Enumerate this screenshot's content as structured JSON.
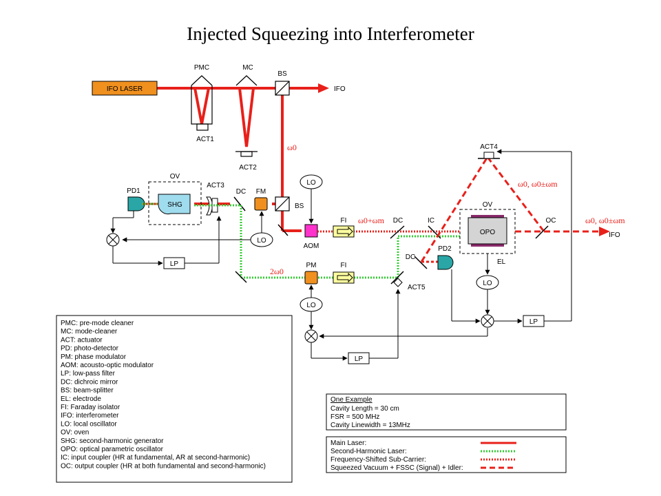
{
  "title": "Injected Squeezing into Interferometer",
  "colors": {
    "beam": "#e8201a",
    "green": "#33cc33",
    "pm": "#f0901e",
    "aom": "#ff33cc",
    "teal": "#2aa6a6",
    "shg": "#9fdcee",
    "opo": "#d4d4d4",
    "ov_elec": "#8a2a6a"
  },
  "labels": {
    "ifo_laser": "IFO LASER",
    "pmc": "PMC",
    "mc": "MC",
    "bs_top": "BS",
    "ifo_top": "IFO",
    "act1": "ACT1",
    "act2": "ACT2",
    "omega0": "ω0",
    "ov_left": "OV",
    "pd1": "PD1",
    "shg": "SHG",
    "act3": "ACT3",
    "dc_left": "DC",
    "pm_top": "FM",
    "bs_mid": "BS",
    "lo_top": "LO",
    "lo_mid": "LO",
    "aom": "AOM",
    "fi_top": "FI",
    "w_sub": "ω0+ωm",
    "dc_mid": "DC",
    "ic": "IC",
    "act4": "ACT4",
    "w_pair_top": "ω0, ω0±ωm",
    "ov_right": "OV",
    "opo": "OPO",
    "oc": "OC",
    "w_pair_out": "ω0, ω0±ωm",
    "ifo_out": "IFO",
    "pd2": "PD2",
    "dc_pd2": "DC",
    "el": "EL",
    "lo_right": "LO",
    "lp_right": "LP",
    "lp_left": "LP",
    "two_omega": "2ω0",
    "pm_bottom": "PM",
    "fi_bottom": "FI",
    "act5": "ACT5",
    "lo_bottom": "LO",
    "lp_bottom": "LP"
  },
  "glossary": [
    "PMC: pre-mode cleaner",
    "MC: mode-cleaner",
    "ACT: actuator",
    "PD: photo-detector",
    "PM: phase modulator",
    "AOM: acousto-optic modulator",
    "LP: low-pass filter",
    "DC: dichroic mirror",
    "BS: beam-splitter",
    "EL: electrode",
    "FI: Faraday isolator",
    "IFO: interferometer",
    "LO: local oscillator",
    "OV: oven",
    "SHG: second-harmonic generator",
    "OPO: optical parametric oscillator",
    "IC: input coupler (HR at fundamental, AR at second-harmonic)",
    "OC: output coupler (HR at both fundamental and second-harmonic)"
  ],
  "example": {
    "heading": "One Example",
    "lines": [
      "Cavity Length = 30 cm",
      "FSR = 500 MHz",
      "Cavity Linewidth = 13MHz"
    ]
  },
  "legend": [
    {
      "label": "Main Laser:",
      "style": "solid"
    },
    {
      "label": "Second-Harmonic Laser:",
      "style": "green-dotted"
    },
    {
      "label": "Frequency-Shifted Sub-Carrier:",
      "style": "red-dotted"
    },
    {
      "label": "Squeezed Vacuum + FSSC (Signal) + Idler:",
      "style": "dashed"
    }
  ]
}
